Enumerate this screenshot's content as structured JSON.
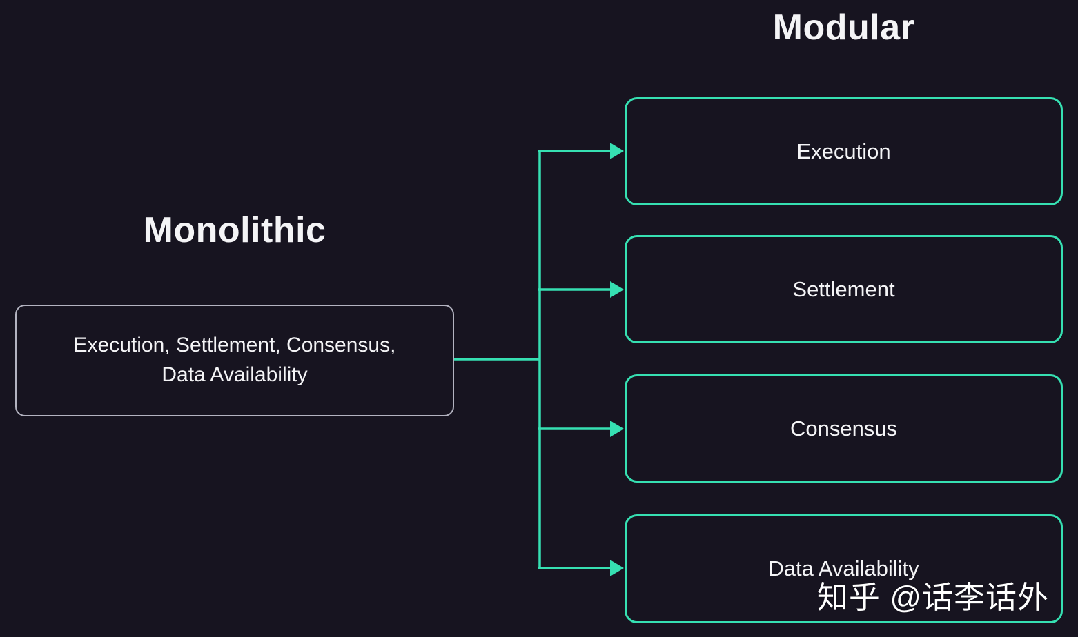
{
  "diagram": {
    "monolithic": {
      "title": "Monolithic",
      "box_lines": [
        "Execution, Settlement, Consensus,",
        "Data Availability"
      ]
    },
    "modular": {
      "title": "Modular",
      "boxes": [
        {
          "label": "Execution"
        },
        {
          "label": "Settlement"
        },
        {
          "label": "Consensus"
        },
        {
          "label": "Data Availability"
        }
      ]
    },
    "watermark": "知乎 @话李话外"
  },
  "colors": {
    "background": "#171420",
    "accent": "#36e0b2",
    "monolithic_border": "#b3b3c0",
    "text": "#f4f4f6"
  }
}
